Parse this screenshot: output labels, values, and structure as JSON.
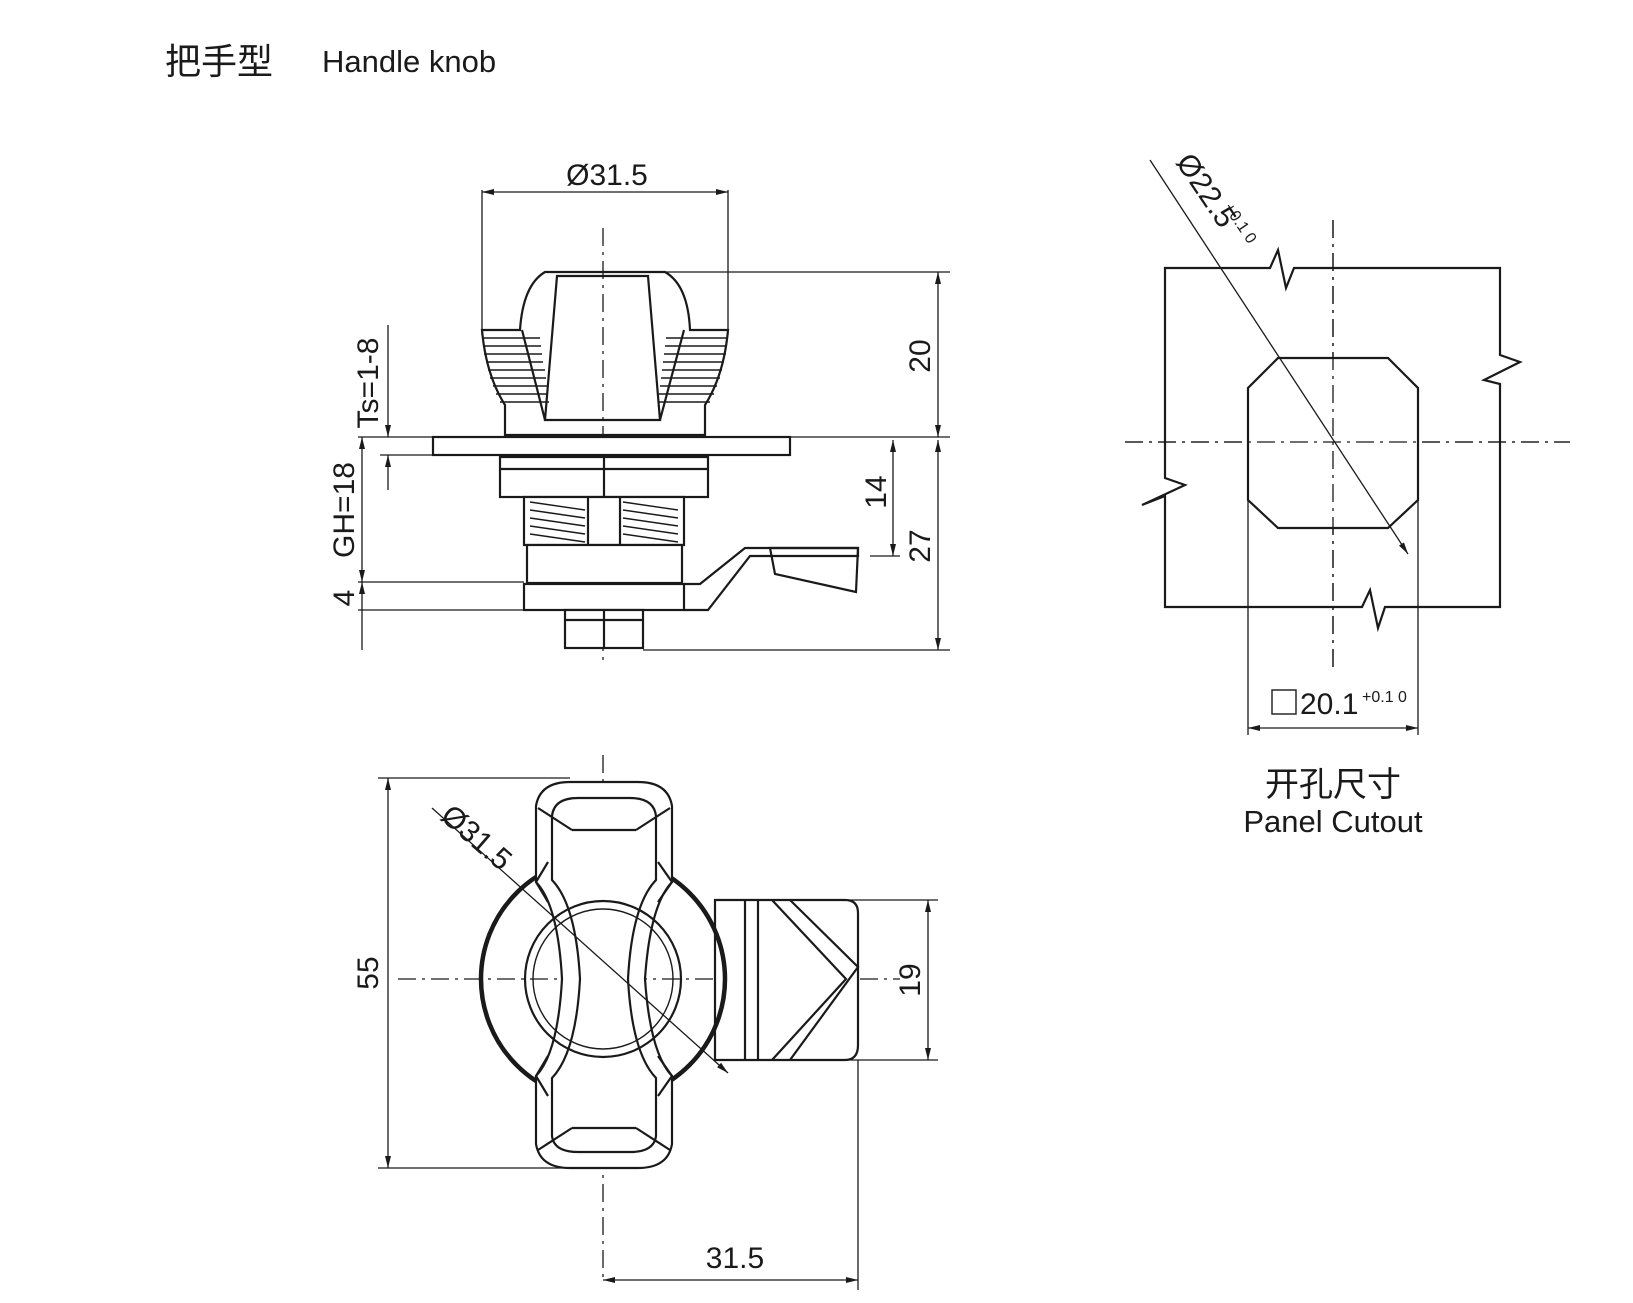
{
  "title": {
    "cn": "把手型",
    "en": "Handle knob"
  },
  "caption": {
    "cn": "开孔尺寸",
    "en": "Panel Cutout"
  },
  "dims": {
    "side": {
      "dia_top": "Ø31.5",
      "knob_height": "20",
      "cam_offset": "14",
      "total_depth": "27",
      "ts": "Ts=1-8",
      "gh": "GH=18",
      "cam_thickness": "4"
    },
    "top": {
      "dia": "Ø31.5",
      "length": "55",
      "cam_width": "19",
      "cam_reach": "31.5"
    },
    "cutout": {
      "dia": "Ø22.5",
      "dia_tol": "+0.1 0",
      "square": "20.1",
      "square_tol": "+0.1 0"
    }
  }
}
